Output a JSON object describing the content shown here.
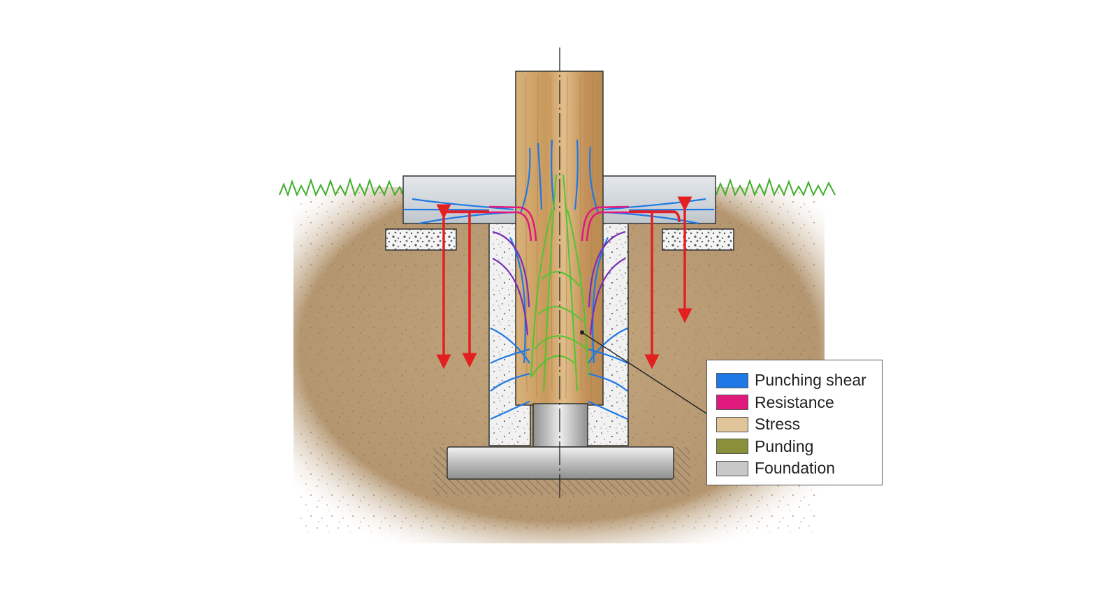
{
  "legend": {
    "items": [
      {
        "label": "Punching shear",
        "color": "#1e78e6"
      },
      {
        "label": "Resistance",
        "color": "#e0197d"
      },
      {
        "label": "Stress",
        "color": "#e2c49a"
      },
      {
        "label": "Punding",
        "color": "#8a8f3a"
      },
      {
        "label": "Foundation",
        "color": "#c8c8c8"
      }
    ]
  },
  "colors": {
    "soil": "#b79a72",
    "grass": "#3fae2a",
    "post": "#d2aa72",
    "concrete_fill": "#eeeeee",
    "slab": "#cdd3d8",
    "footing": "#b9b9b9",
    "arrow": "#e32020",
    "shear_lines": "#1e78e6",
    "resistance_lines": "#e0197d",
    "purple_lines": "#7a2fb5",
    "green_lines": "#52c431"
  }
}
